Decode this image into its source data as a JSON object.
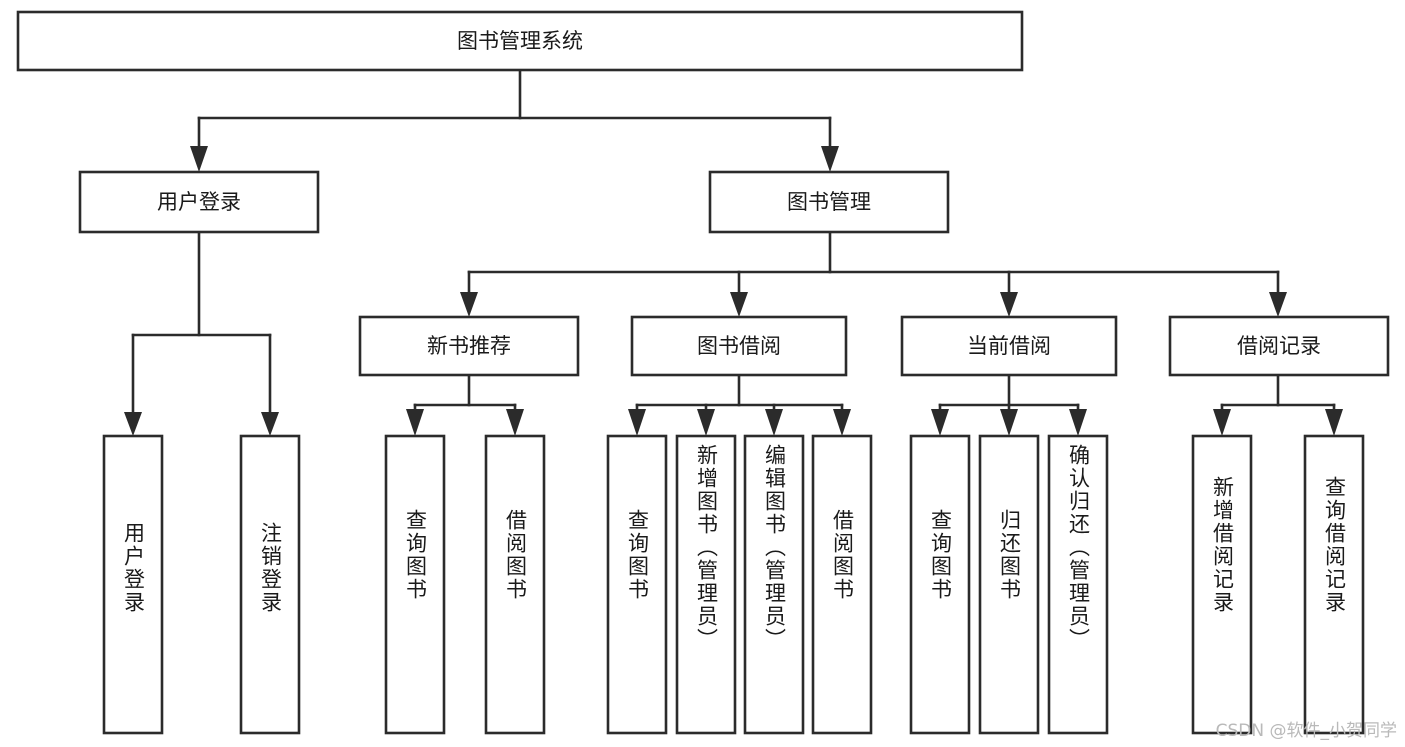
{
  "diagram": {
    "title": "图书管理系统",
    "type": "tree-hierarchy-chart",
    "root": {
      "label": "图书管理系统"
    },
    "level2": [
      {
        "label": "用户登录"
      },
      {
        "label": "图书管理"
      }
    ],
    "level3": [
      {
        "label": "新书推荐"
      },
      {
        "label": "图书借阅"
      },
      {
        "label": "当前借阅"
      },
      {
        "label": "借阅记录"
      }
    ],
    "leaves": {
      "user_login": [
        {
          "label": "用户登录"
        },
        {
          "label": "注销登录"
        }
      ],
      "new_book_recommend": [
        {
          "label": "查询图书"
        },
        {
          "label": "借阅图书"
        }
      ],
      "book_borrow": [
        {
          "label": "查询图书"
        },
        {
          "label": "新增图书（管理员）"
        },
        {
          "label": "编辑图书（管理员）"
        },
        {
          "label": "借阅图书"
        }
      ],
      "current_borrow": [
        {
          "label": "查询图书"
        },
        {
          "label": "归还图书"
        },
        {
          "label": "确认归还（管理员）"
        }
      ],
      "borrow_record": [
        {
          "label": "新增借阅记录"
        },
        {
          "label": "查询借阅记录"
        }
      ]
    }
  },
  "watermark": {
    "text": "CSDN @软件_小贺同学"
  },
  "colors": {
    "stroke": "#2b2b2b",
    "box_fill": "#ffffff",
    "text": "#1a1a1a",
    "watermark": "#b9b9b9",
    "background": "#ffffff"
  }
}
